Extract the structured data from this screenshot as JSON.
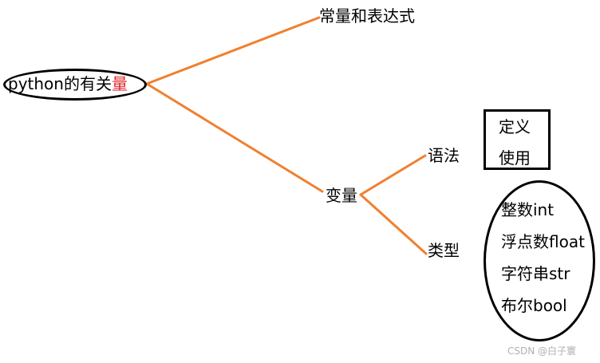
{
  "diagram": {
    "type": "mind-map",
    "edge_color": "#f08030",
    "highlight_color": "#e0202a",
    "root": {
      "label_prefix": "python的有关",
      "label_highlight": "量",
      "shape": "ellipse"
    },
    "branches": [
      {
        "label": "常量和表达式"
      },
      {
        "label": "变量",
        "children": [
          {
            "label": "语法",
            "shape": "rectangle",
            "items": [
              "定义",
              "使用"
            ]
          },
          {
            "label": "类型",
            "shape": "ellipse",
            "items": [
              "整数int",
              "浮点数float",
              "字符串str",
              "布尔bool"
            ]
          }
        ]
      }
    ]
  },
  "watermark": "CSDN @白子寰"
}
